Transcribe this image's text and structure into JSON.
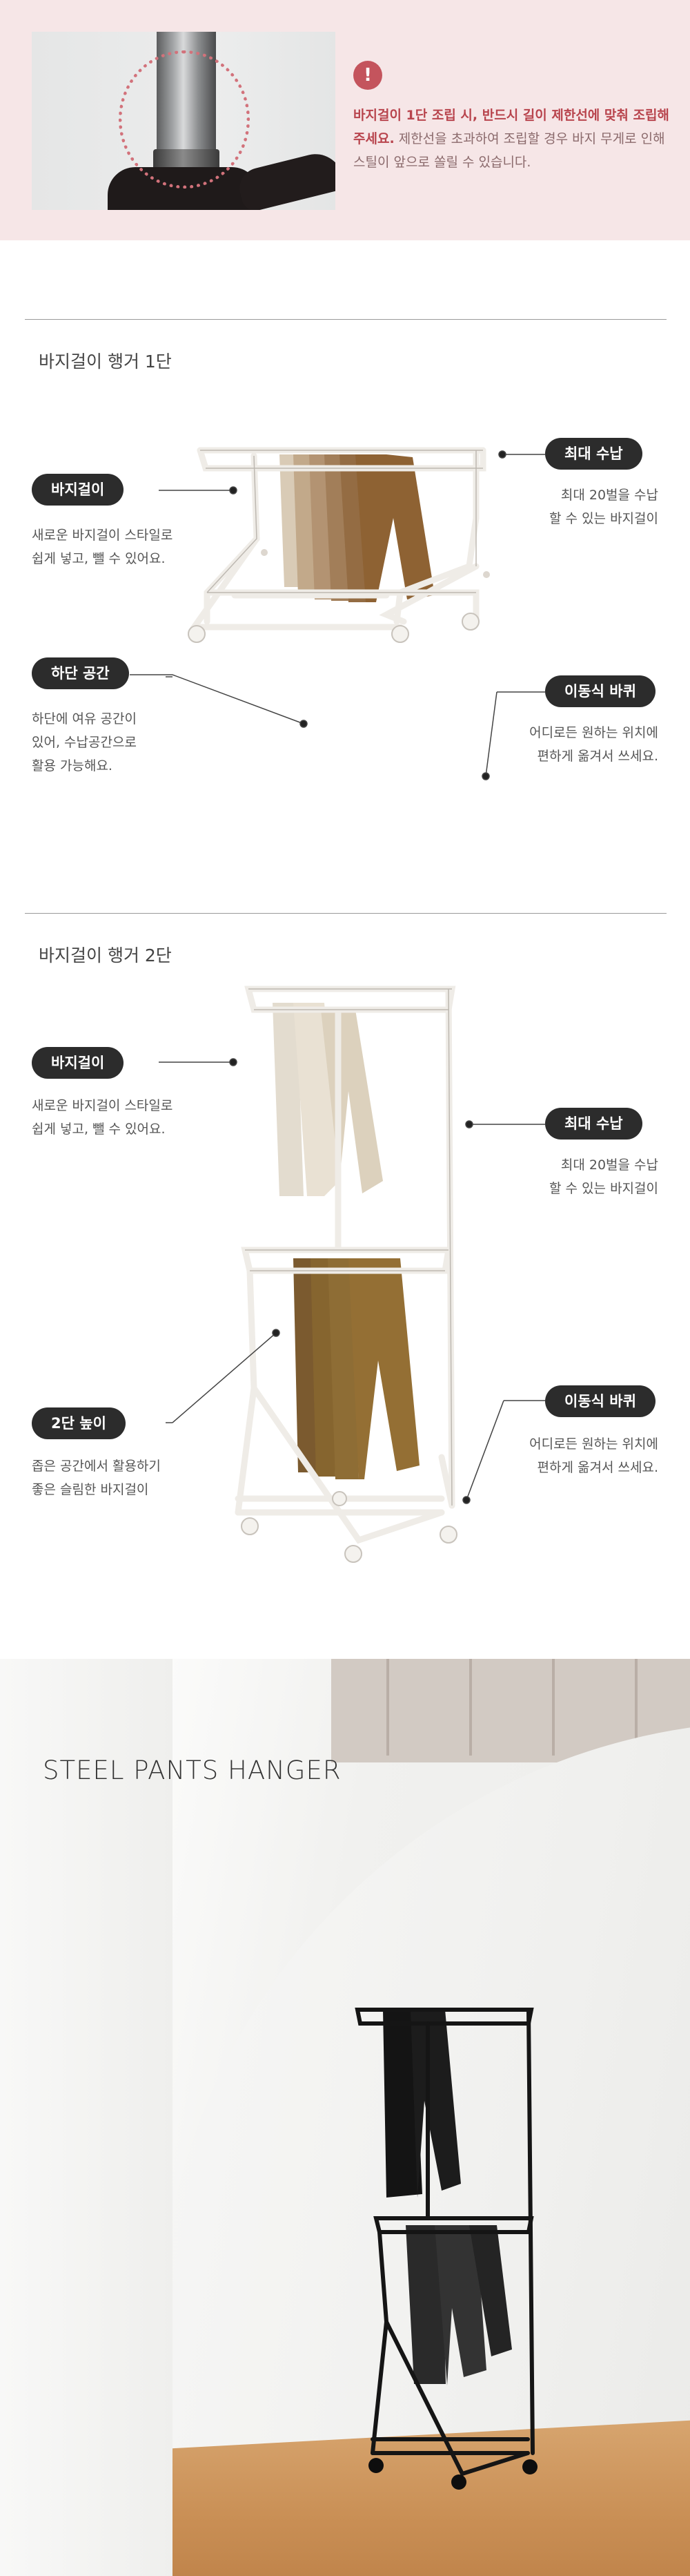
{
  "notice": {
    "bold_text": "바지걸이 1단 조립 시, 반드시 길이 제한선에 맞춰 조립해 주세요.",
    "normal_text": "제한선을 초과하여 조립할 경우 바지 무게로 인해 스틸이 앞으로 쏠릴 수 있습니다.",
    "icon_glyph": "!",
    "accent_color": "#c4545d"
  },
  "section1": {
    "title": "바지걸이 행거 1단",
    "callouts": {
      "hanger": {
        "label": "바지걸이",
        "desc_line1": "새로운 바지걸이 스타일로",
        "desc_line2": "쉽게 넣고, 뺄 수 있어요."
      },
      "bottom_space": {
        "label": "하단 공간",
        "desc_line1": "하단에 여유 공간이",
        "desc_line2": "있어, 수납공간으로",
        "desc_line3": "활용 가능해요."
      },
      "max_storage": {
        "label": "최대 수납",
        "desc_line1": "최대 20벌을 수납",
        "desc_line2": "할 수 있는 바지걸이"
      },
      "wheels": {
        "label": "이동식 바퀴",
        "desc_line1": "어디로든 원하는 위치에",
        "desc_line2": "편하게 옮겨서 쓰세요."
      }
    }
  },
  "section2": {
    "title": "바지걸이 행거 2단",
    "callouts": {
      "hanger": {
        "label": "바지걸이",
        "desc_line1": "새로운 바지걸이 스타일로",
        "desc_line2": "쉽게 넣고, 뺄 수 있어요."
      },
      "height": {
        "label": "2단 높이",
        "desc_line1": "좁은 공간에서 활용하기",
        "desc_line2": "좋은 슬림한 바지걸이"
      },
      "max_storage": {
        "label": "최대 수납",
        "desc_line1": "최대 20벌을 수납",
        "desc_line2": "할 수 있는 바지걸이"
      },
      "wheels": {
        "label": "이동식 바퀴",
        "desc_line1": "어디로든 원하는 위치에",
        "desc_line2": "편하게 옮겨서 쓰세요."
      }
    }
  },
  "photo": {
    "title": "STEEL PANTS HANGER"
  }
}
